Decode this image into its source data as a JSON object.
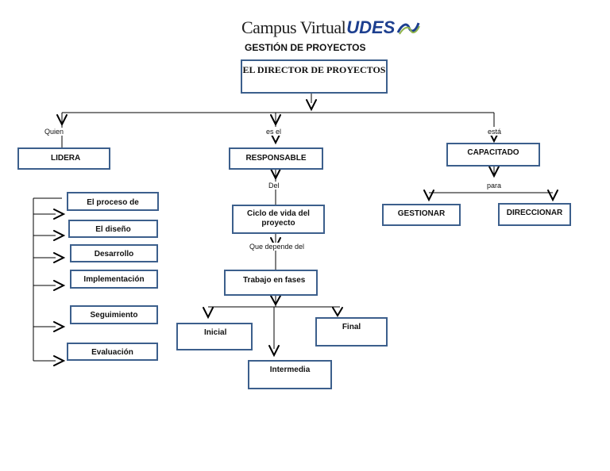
{
  "header": {
    "logo_text_a": "Campus Virtual",
    "logo_text_b": "UDES",
    "title": "GESTIÓN DE PROYECTOS"
  },
  "nodes": {
    "root": "EL DIRECTOR DE PROYECTOS",
    "lidera": "LIDERA",
    "responsable": "RESPONSABLE",
    "capacitado": "CAPACITADO",
    "proceso": "El proceso de",
    "diseno": "El diseño",
    "desarrollo": "Desarrollo",
    "implementacion": "Implementación",
    "seguimiento": "Seguimiento",
    "evaluacion": "Evaluación",
    "ciclo": "Ciclo de vida  del proyecto",
    "trabajo": "Trabajo en fases",
    "inicial": "Inicial",
    "final": "Final",
    "intermedia": "Intermedia",
    "gestionar": "GESTIONAR",
    "direccionar": "DIRECCIONAR"
  },
  "connectors": {
    "quien": "Quien",
    "es_el": "es el",
    "esta": "está",
    "del": "Del",
    "que_depende": "Que depende del",
    "para": "para"
  },
  "colors": {
    "box_border": "#3c5f8c",
    "line": "#000000",
    "logo_blue": "#1d3f8f"
  }
}
